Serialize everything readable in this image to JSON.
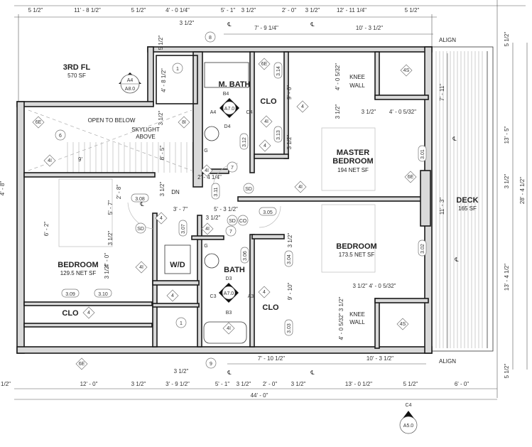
{
  "plan": {
    "rooms": [
      {
        "name": "3RD FL",
        "area": "570 SF"
      },
      {
        "name": "M. BATH"
      },
      {
        "name": "CLO"
      },
      {
        "name": "MASTER",
        "name2": "BEDROOM",
        "area": "194 NET SF"
      },
      {
        "name": "BEDROOM",
        "area": "173.5 NET SF"
      },
      {
        "name": "BEDROOM",
        "area": "129.5 NET SF"
      },
      {
        "name": "DECK",
        "area": "165 SF"
      },
      {
        "name": "BATH"
      },
      {
        "name": "CLO"
      },
      {
        "name": "CLO"
      },
      {
        "name": "W/D"
      }
    ],
    "notes": [
      "OPEN TO BELOW",
      "SKYLIGHT",
      "ABOVE",
      "DN",
      "KNEE",
      "WALL",
      "KNEE",
      "WALL",
      "ALIGN",
      "ALIGN"
    ],
    "dimensions": [
      "5 1/2\"",
      "11' - 8 1/2\"",
      "5 1/2\"",
      "4' - 0 1/4\"",
      "5' - 1\"",
      "3 1/2\"",
      "2' - 0\"",
      "3 1/2\"",
      "12' - 11 1/4\"",
      "5 1/2\"",
      "3 1/2\"",
      "7' - 9 1/4\"",
      "10' - 3 1/2\"",
      "3 1/2\"",
      "4' - 0 5/32\"",
      "2' - 4 1/4\"",
      "3' - 7\"",
      "5' - 3 1/2\"",
      "3 1/2\"",
      "3 1/2\"  4' - 0 5/32\"",
      "7' - 10 1/2\"",
      "10' - 3 1/2\"",
      "3 1/2\"",
      "1/2\"",
      "12' - 0\"",
      "3 1/2\"",
      "3' - 9 1/2\"",
      "5' - 1\"",
      "3 1/2\"",
      "2' - 0\"",
      "3 1/2\"",
      "13' - 0 1/2\"",
      "5 1/2\"",
      "6' - 0\"",
      "44' - 0\"",
      "9'",
      "5 1/2\"",
      "7' - 11\"",
      "13' - 5\"",
      "11' - 3\"",
      "3 1/2\"",
      "28' - 4 1/2\"",
      "13' - 4 1/2\"",
      "5 1/2\"",
      "4' - 8 1/2\"",
      "3 1/2\"",
      "5 1/2\"",
      "4' - 0 5/32\"",
      "3 1/2\"",
      "9' - 6\"",
      "3 1/2\"",
      "8' - 5\"",
      "3 1/2\"",
      "2' - 8\"",
      "5' - 7\"",
      "6' - 2\"",
      "3 1/2\"",
      "4' - 0\"",
      "3 1/2\"",
      "9' - 10\"",
      "4' - 0 5/32\"  3 1/2\"",
      "3 1/2\"",
      "4' - 8\""
    ],
    "window_tags": [
      "3.14",
      "3.13",
      "3.12",
      "3.11",
      "3.08",
      "3.07",
      "3.05",
      "3.06",
      "3.04",
      "3.03",
      "3.01",
      "3.02",
      "3.09",
      "3.10"
    ],
    "keynotes": [
      "8",
      "1",
      "6",
      "7",
      "7",
      "1",
      "9",
      "SD",
      "SD",
      "SD",
      "CO"
    ],
    "fixture_tags": [
      "6E",
      "8I",
      "4I",
      "4",
      "4I",
      "4",
      "6E",
      "4S",
      "4I",
      "6E",
      "4I",
      "4",
      "4I",
      "4I",
      "4",
      "4",
      "4I",
      "4S",
      "4",
      "6E"
    ],
    "elevation_letters": [
      "B4",
      "A4",
      "C4",
      "D4",
      "G",
      "G",
      "D3",
      "C3",
      "B3",
      "A3"
    ],
    "centerline_symbol": "℄",
    "section_markers": [
      {
        "id": "A4",
        "sheet": "A8.0"
      },
      {
        "sheet": "A7.0"
      },
      {
        "sheet": "A7.0"
      },
      {
        "id": "C4",
        "sheet": "A5.0"
      }
    ]
  }
}
